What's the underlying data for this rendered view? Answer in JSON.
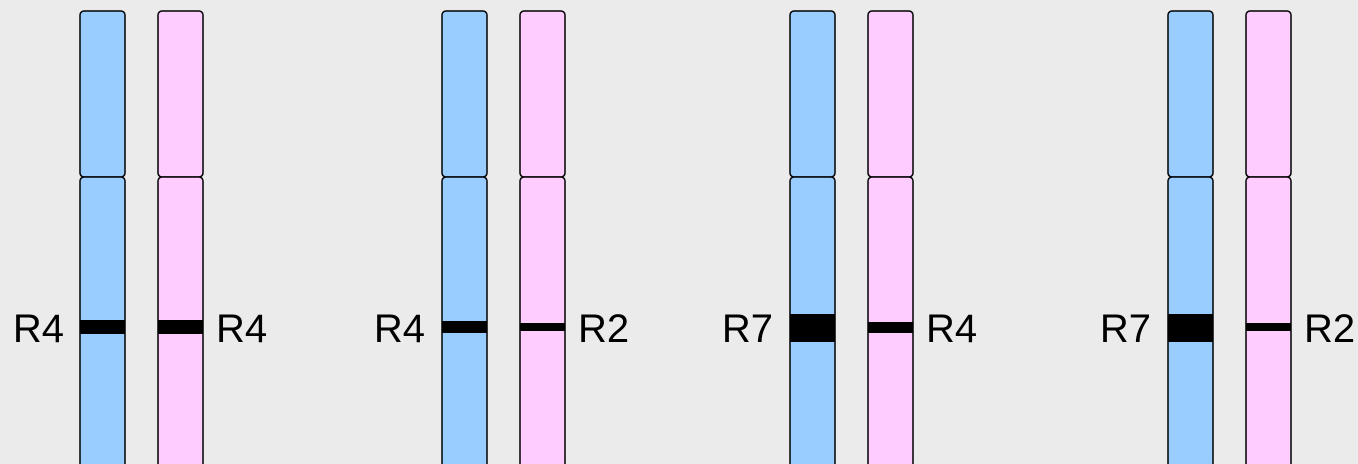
{
  "colors": {
    "background": "#ebebeb",
    "maternal_chromosome": "#99ccff",
    "paternal_chromosome": "#ffccff",
    "band": "#000000",
    "outline": "#000000"
  },
  "pairs": [
    {
      "left_label": "R4",
      "right_label": "R4",
      "left_band": "thin",
      "right_band": "thin"
    },
    {
      "left_label": "R4",
      "right_label": "R2",
      "left_band": "thin",
      "right_band": "thinner"
    },
    {
      "left_label": "R7",
      "right_label": "R4",
      "left_band": "thick",
      "right_band": "thin"
    },
    {
      "left_label": "R7",
      "right_label": "R2",
      "left_band": "thick",
      "right_band": "thinner"
    }
  ]
}
